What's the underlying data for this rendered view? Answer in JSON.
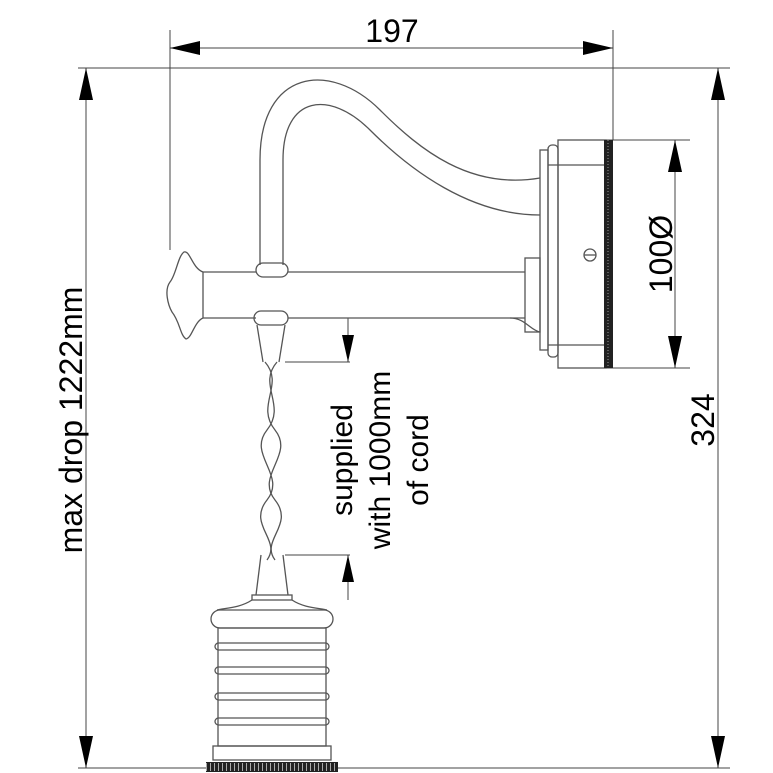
{
  "dimensions": {
    "width": "197",
    "diameter": "100Ø",
    "height": "324",
    "max_drop": "max drop 1222mm"
  },
  "cord_note": {
    "line1": "supplied",
    "line2": "with 1000mm",
    "line3": "of cord"
  }
}
